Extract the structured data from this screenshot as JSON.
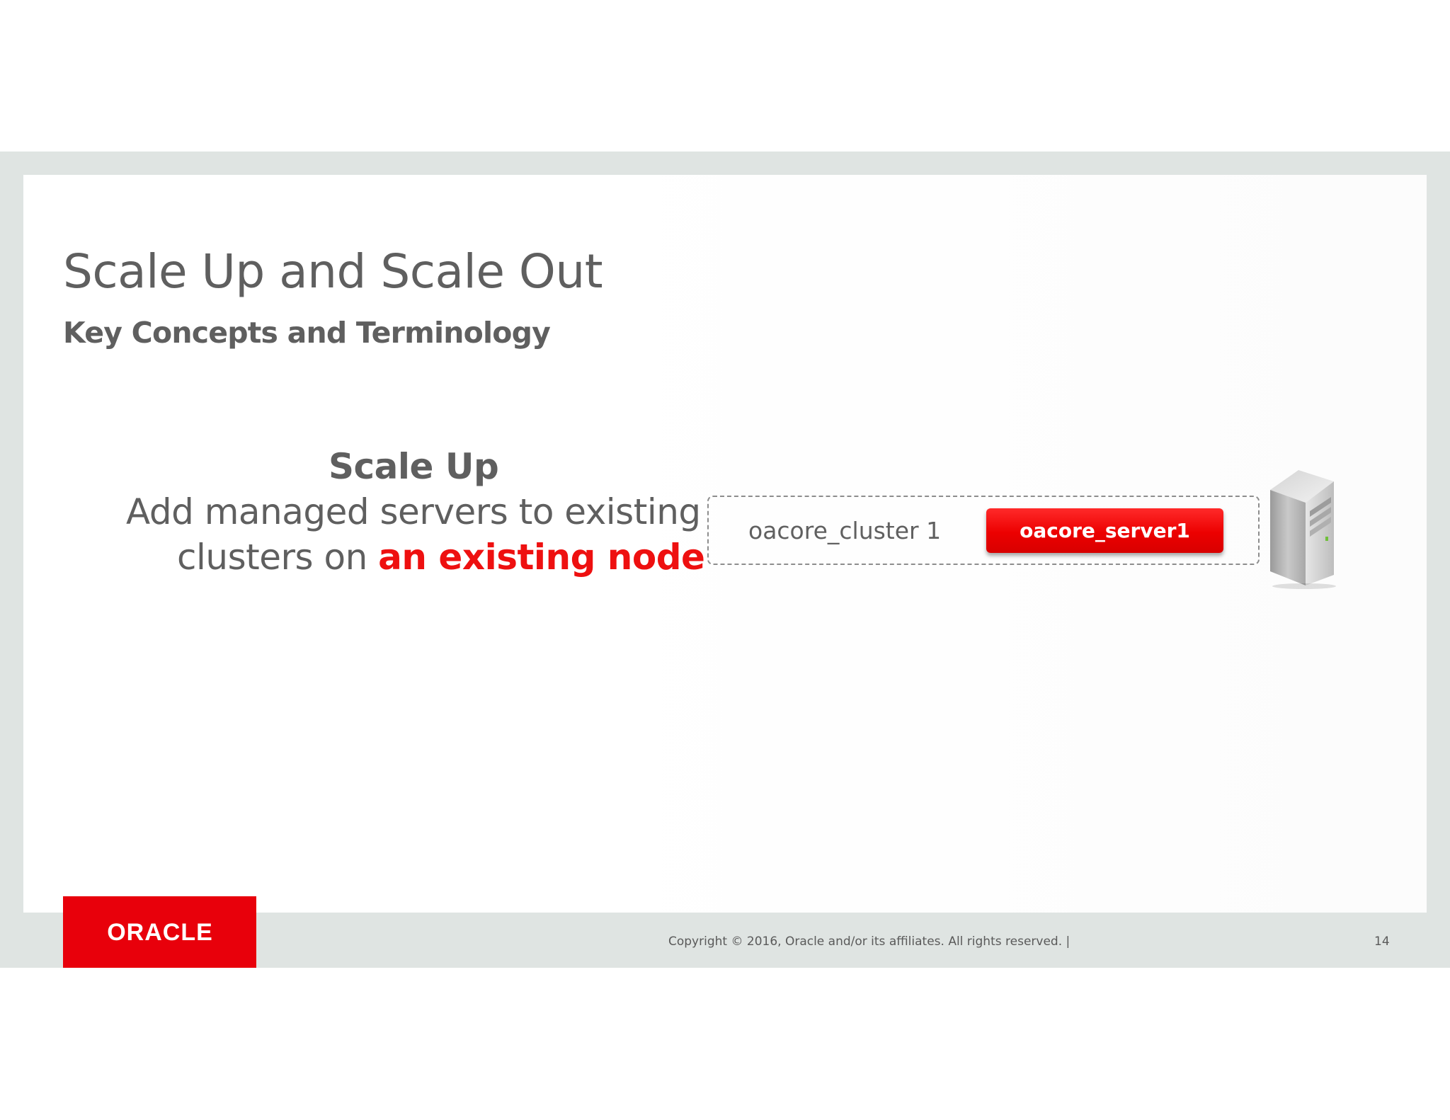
{
  "slide": {
    "title": "Scale Up and Scale Out",
    "subtitle": "Key Concepts and Terminology"
  },
  "concept": {
    "heading": "Scale Up",
    "line1": "Add managed servers to existing",
    "line2_prefix": "clusters on ",
    "line2_highlight": "an existing node",
    "highlight_color": "#ee1010"
  },
  "diagram": {
    "cluster_label": "oacore_cluster 1",
    "server_label": "oacore_server1",
    "server_icon": "server-tower-icon"
  },
  "footer": {
    "logo_text": "ORACLE",
    "copyright": "Copyright © 2016, Oracle and/or its affiliates. All rights reserved.  |",
    "page_number": "14",
    "brand_color": "#e8000b"
  }
}
